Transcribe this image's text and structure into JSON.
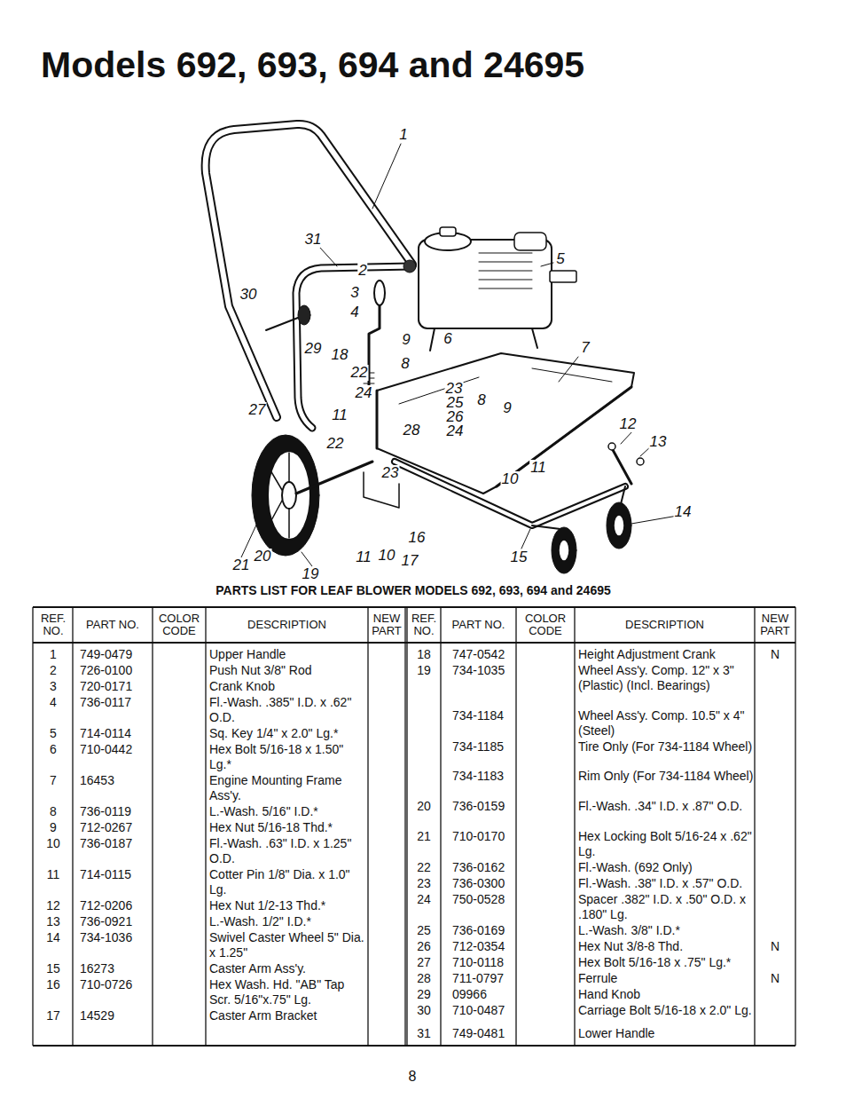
{
  "diagram": {
    "title": "Models 692, 693, 694 and 24695",
    "caption": "PARTS LIST FOR LEAF BLOWER MODELS 692, 693, 694 and 24695",
    "labels": [
      "1",
      "31",
      "2",
      "5",
      "3",
      "30",
      "4",
      "29",
      "18",
      "9",
      "6",
      "7",
      "8",
      "22",
      "27",
      "24",
      "23",
      "25",
      "26",
      "8",
      "9",
      "11",
      "28",
      "24",
      "12",
      "13",
      "22",
      "11",
      "23",
      "10",
      "14",
      "16",
      "20",
      "11",
      "10",
      "17",
      "15",
      "21",
      "19",
      "REF. NO.",
      "PART NO.",
      "COLOR CODE",
      "DESCRIPTION",
      "NEW PART",
      "REF. NO.",
      "PART NO.",
      "COLOR CODE",
      "DESCRIPTION",
      "NEW PART",
      "1",
      "749-0479",
      "Upper Handle",
      "2",
      "726-0100",
      "Push Nut 3/8\" Rod",
      "3",
      "720-0171",
      "Crank Knob",
      "4",
      "736-0117",
      "Fl.-Wash. .385\" I.D. x .62\" O.D.",
      "5",
      "714-0114",
      "Sq. Key 1/4\" x 2.0\" Lg.*",
      "6",
      "710-0442",
      "Hex Bolt 5/16-18 x 1.50\" Lg.*",
      "7",
      "16453",
      "Engine Mounting Frame Ass'y.",
      "8",
      "736-0119",
      "L.-Wash. 5/16\" I.D.*",
      "9",
      "712-0267",
      "Hex Nut 5/16-18 Thd.*",
      "10",
      "736-0187",
      "Fl.-Wash. .63\" I.D. x 1.25\" O.D.",
      "11",
      "714-0115",
      "Cotter Pin 1/8\" Dia. x 1.0\" Lg.",
      "12",
      "712-0206",
      "Hex Nut 1/2-13 Thd.*",
      "13",
      "736-0921",
      "L.-Wash. 1/2\" I.D.*",
      "14",
      "734-1036",
      "Swivel Caster Wheel 5\" Dia. x 1.25\"",
      "15",
      "16273",
      "Caster Arm Ass'y.",
      "16",
      "710-0726",
      "Hex Wash. Hd. \"AB\" Tap Scr. 5/16\"x.75\" Lg.",
      "17",
      "14529",
      "Caster Arm Bracket",
      "18",
      "747-0542",
      "Height Adjustment Crank",
      "N",
      "19",
      "734-1035",
      "Wheel Ass'y. Comp. 12\" x 3\" (Plastic) (Incl. Bearings)",
      "734-1184",
      "Wheel Ass'y. Comp. 10.5\" x 4\" (Steel)",
      "734-1185",
      "Tire Only (For 734-1184 Wheel)",
      "734-1183",
      "Rim Only (For 734-1184 Wheel)",
      "20",
      "736-0159",
      "Fl.-Wash. .34\" I.D. x .87\" O.D.",
      "21",
      "710-0170",
      "Hex Locking Bolt 5/16-24 x .62\" Lg.",
      "22",
      "736-0162",
      "Fl.-Wash. (692 Only)",
      "23",
      "736-0300",
      "Fl.-Wash. .38\" I.D. x .57\" O.D.",
      "24",
      "750-0528",
      "Spacer .382\" I.D. x .50\" O.D. x .180\" Lg.",
      "25",
      "736-0169",
      "L.-Wash. 3/8\" I.D.*",
      "26",
      "712-0354",
      "Hex Nut 3/8-8 Thd.",
      "N",
      "27",
      "710-0118",
      "Hex Bolt 5/16-18 x .75\" Lg.*",
      "28",
      "711-0797",
      "Ferrule",
      "N",
      "29",
      "09966",
      "Hand Knob",
      "30",
      "710-0487",
      "Carriage Bolt 5/16-18 x 2.0\" Lg.",
      "31",
      "749-0481",
      "Lower Handle",
      "8"
    ]
  }
}
